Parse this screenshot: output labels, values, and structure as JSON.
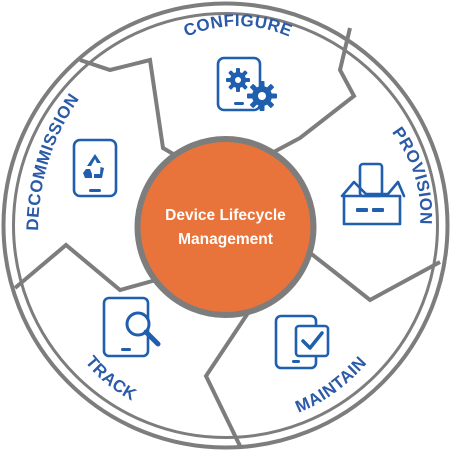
{
  "diagram": {
    "hub": {
      "line1": "Device Lifecycle",
      "line2": "Management",
      "color": "#e8743b"
    },
    "ring_color": "#7d7d7d",
    "label_color": "#2a5aa8",
    "icon_color": "#1f5fae",
    "stages": [
      {
        "id": "configure",
        "label": "CONFIGURE",
        "icon": "tablet-gears-icon"
      },
      {
        "id": "provision",
        "label": "PROVISION",
        "icon": "device-box-icon"
      },
      {
        "id": "maintain",
        "label": "MAINTAIN",
        "icon": "tablet-checkbox-icon"
      },
      {
        "id": "track",
        "label": "TRACK",
        "icon": "tablet-magnifier-icon"
      },
      {
        "id": "decommission",
        "label": "DECOMMISSION",
        "icon": "phone-recycle-icon"
      }
    ]
  }
}
